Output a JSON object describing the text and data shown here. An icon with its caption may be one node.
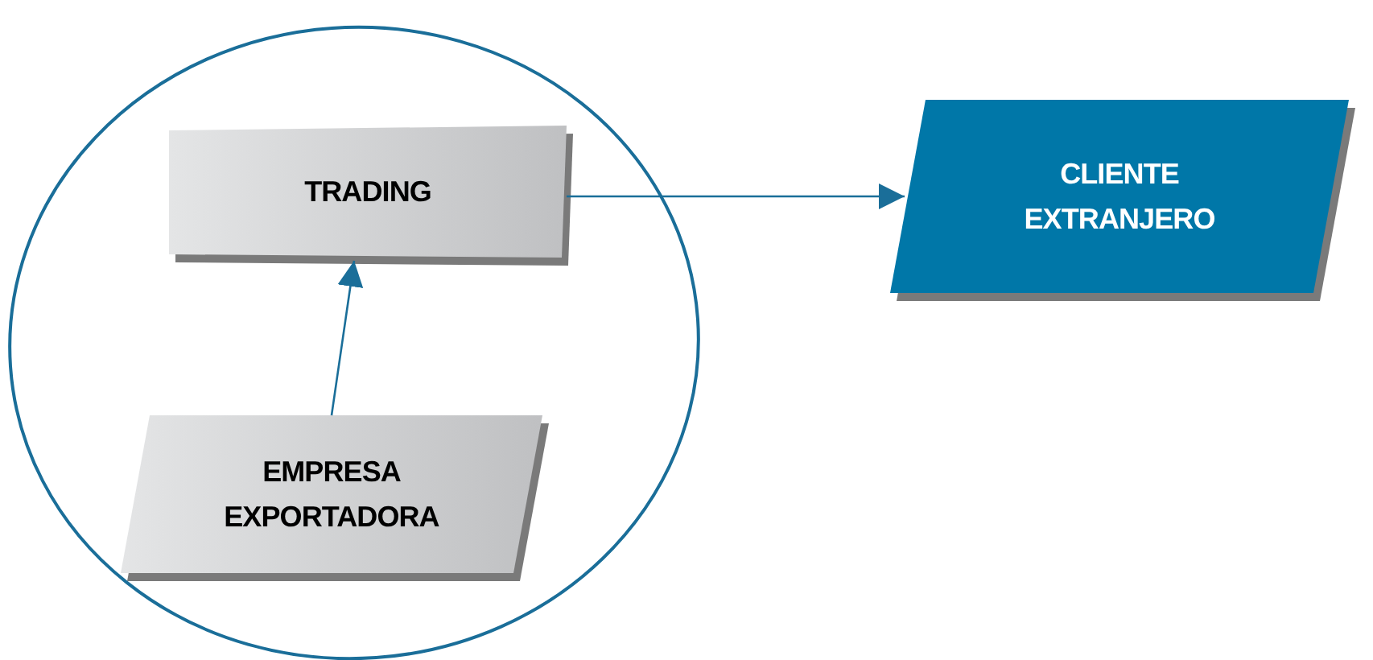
{
  "diagram": {
    "nodes": [
      {
        "text": [],
        "shape": "circle"
      },
      {
        "text": [
          "TRADING"
        ],
        "in": 0
      },
      {
        "text": [
          "EMPRESA EXPORTADORA"
        ],
        "in": 0
      },
      {
        "text": [
          "CLIENTE EXTRANJERO"
        ]
      }
    ],
    "edges": [
      {
        "from": 2,
        "to": 1,
        "arrow": "to"
      },
      {
        "from": 1,
        "to": 3,
        "arrow": "to"
      }
    ]
  }
}
